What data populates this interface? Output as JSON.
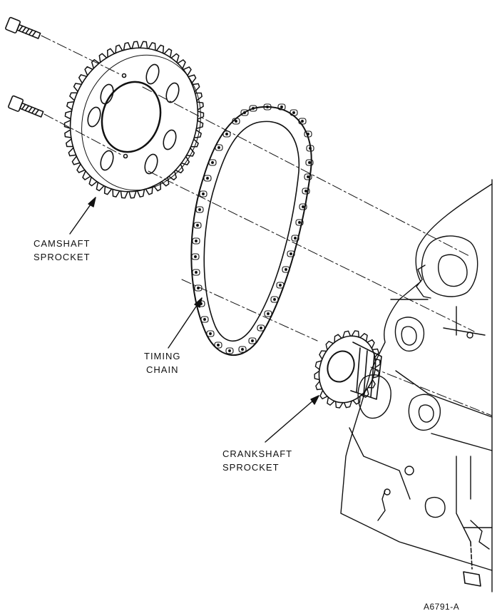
{
  "figure": {
    "code": "A6791-A"
  },
  "labels": {
    "camshaft_sprocket": {
      "line1": "CAMSHAFT",
      "line2": "SPROCKET"
    },
    "timing_chain": {
      "line1": "TIMING",
      "line2": "CHAIN"
    },
    "crankshaft_sprocket": {
      "line1": "CRANKSHAFT",
      "line2": "SPROCKET"
    }
  },
  "parts": [
    "bolt",
    "bolt",
    "camshaft-sprocket",
    "timing-chain",
    "crankshaft-sprocket",
    "engine-block",
    "key"
  ],
  "colors": {
    "ink": "#111111",
    "paper": "#ffffff"
  }
}
